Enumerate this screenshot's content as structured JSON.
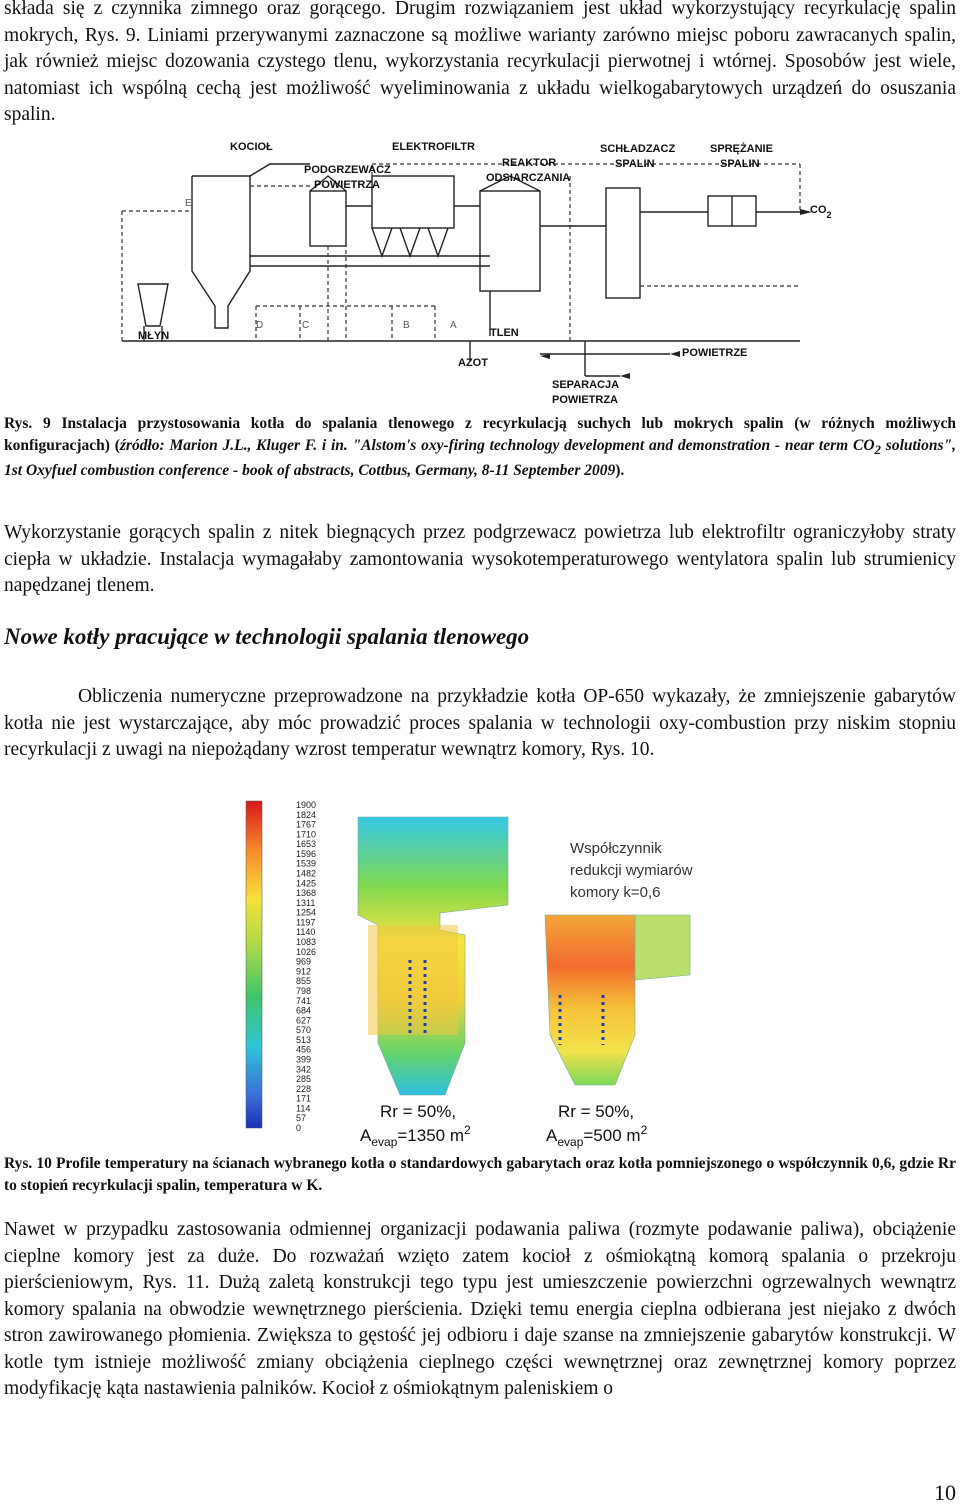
{
  "para_top": "składa się z czynnika zimnego oraz gorącego. Drugim rozwiązaniem jest układ wykorzystujący recyrkulację spalin mokrych, Rys. 9. Liniami przerywanymi zaznaczone są możliwe warianty zarówno miejsc poboru zawracanych spalin, jak również miejsc dozowania czystego tlenu, wykorzystania recyrkulacji pierwotnej i wtórnej. Sposobów jest wiele, natomiast ich wspólną cechą jest możliwość wyeliminowania z układu wielkogabarytowych urządzeń do osuszania spalin.",
  "fig9": {
    "labels": {
      "kociol": "KOCIOŁ",
      "elektrofiltr": "ELEKTROFILTR",
      "podgrzewacz1": "PODGRZEWACZ",
      "podgrzewacz2": "POWIETRZA",
      "reaktor1": "REAKTOR",
      "reaktor2": "ODSIARCZANIA",
      "schladzacz1": "SCHŁADZACZ",
      "schladzacz2": "SPALIN",
      "sprezanie1": "SPRĘŻANIE",
      "sprezanie2": "SPALIN",
      "co2": "CO",
      "co2_sub": "2",
      "mlyn": "MŁYN",
      "tlen": "TLEN",
      "azot": "AZOT",
      "powietrze": "POWIETRZE",
      "separacja1": "SEPARACJA",
      "separacja2": "POWIETRZA",
      "e": "E",
      "d": "D",
      "c": "C",
      "b": "B",
      "a": "A"
    },
    "caption_prefix": "Rys. 9",
    "caption_bold": " Instalacja przystosowania kotła do spalania tlenowego z recyrkulacją suchych lub mokrych spalin (w różnych możliwych konfiguracjach) (",
    "caption_italic": "źródło: Marion J.L., Kluger F. i in. \"Alstom's oxy-firing technology development and demonstration - near term CO",
    "caption_italic_sub": "2",
    "caption_italic2": " solutions\", 1st Oxyfuel combustion conference - book of abstracts, Cottbus, Germany, 8-11 September 2009",
    "caption_end": ")."
  },
  "para_mid": "Wykorzystanie gorących spalin z nitek biegnących przez podgrzewacz powietrza lub elektrofiltr ograniczyłoby straty ciepła w układzie. Instalacja wymagałaby zamontowania wysokotemperaturowego wentylatora spalin lub strumienicy napędzanej tlenem.",
  "heading": "Nowe kotły pracujące w technologii spalania tlenowego",
  "para_calc": "Obliczenia numeryczne przeprowadzone na przykładzie kotła OP-650 wykazały, że zmniejszenie gabarytów kotła nie jest wystarczające, aby móc prowadzić proces spalania w technologii oxy-combustion przy niskim stopniu recyrkulacji z uwagi na niepożądany wzrost temperatur wewnątrz komory, Rys. 10.",
  "fig10": {
    "scale": [
      "1900",
      "1824",
      "1767",
      "1710",
      "1653",
      "1596",
      "1539",
      "1482",
      "1425",
      "1368",
      "1311",
      "1254",
      "1197",
      "1140",
      "1083",
      "1026",
      "969",
      "912",
      "855",
      "798",
      "741",
      "684",
      "627",
      "570",
      "513",
      "456",
      "399",
      "342",
      "285",
      "228",
      "171",
      "114",
      "57",
      "0"
    ],
    "note1": "Współczynnik",
    "note2": "redukcji wymiarów",
    "note3": "komory  k=0,6",
    "left_rr": "Rr = 50%,",
    "left_a": "A",
    "left_a_sub": "evap",
    "left_a_val": "=1350 m",
    "left_a_sup": "2",
    "right_rr": "Rr = 50%,",
    "right_a": "A",
    "right_a_sub": "evap",
    "right_a_val": "=500 m",
    "right_a_sup": "2",
    "caption_prefix": "Rys. 10",
    "caption": " Profile temperatury na ścianach wybranego kotła o standardowych gabarytach oraz kotła pomniejszonego o współczynnik 0,6, gdzie Rr to stopień recyrkulacji spalin, temperatura w K."
  },
  "para_bottom": "Nawet w przypadku zastosowania odmiennej organizacji podawania paliwa (rozmyte podawanie paliwa), obciążenie cieplne komory jest za duże. Do rozważań wzięto zatem kocioł z ośmiokątną komorą spalania o przekroju pierścieniowym, Rys. 11. Dużą zaletą konstrukcji tego typu jest umieszczenie powierzchni ogrzewalnych wewnątrz komory spalania na obwodzie wewnętrznego pierścienia. Dzięki temu energia cieplna odbierana jest niejako z dwóch stron zawirowanego płomienia. Zwiększa to gęstość jej odbioru i daje szanse na zmniejszenie gabarytów konstrukcji. W kotle tym istnieje możliwość zmiany obciążenia cieplnego części wewnętrznej oraz zewnętrznej komory poprzez modyfikację kąta nastawienia palników. Kocioł z ośmiokątnym paleniskiem o",
  "page_number": "10"
}
